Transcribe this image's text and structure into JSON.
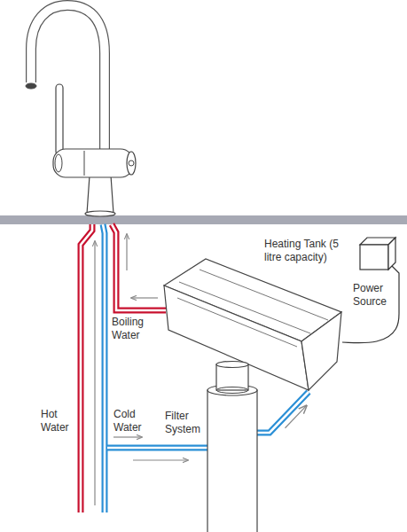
{
  "diagram": {
    "nodes": [
      {
        "text": [
          "Heating Tank (5 litre capacity)"
        ]
      },
      {
        "text": [
          "Power Source"
        ]
      },
      {
        "text": [
          "Filter System"
        ]
      }
    ],
    "edges": [
      {
        "from": 2,
        "to": 0,
        "arrow": "to"
      },
      {
        "from": 1,
        "to": 0,
        "arrow": "none"
      }
    ],
    "labels": [
      "Boiling Water",
      "Hot Water",
      "Cold Water"
    ]
  }
}
